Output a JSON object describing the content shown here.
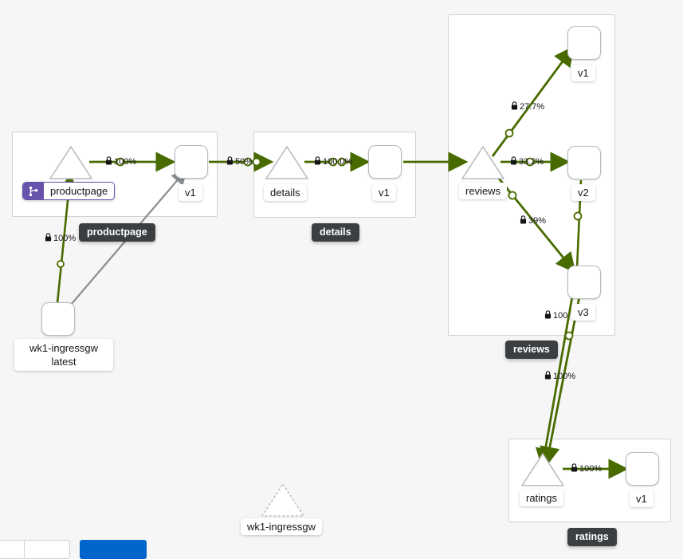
{
  "app": {
    "view": "service-mesh-graph",
    "background_color": "#f6f6f6",
    "edge_color_healthy": "#486b00",
    "edge_color_idle": "#8a8d90",
    "badge_color": "#6753ac",
    "tooltip_color": "#3c3f42"
  },
  "groups": [
    {
      "name": "productpage-group",
      "label": "productpage"
    },
    {
      "name": "details-group",
      "label": "details"
    },
    {
      "name": "reviews-group",
      "label": "reviews"
    },
    {
      "name": "ratings-group",
      "label": "ratings"
    }
  ],
  "nodes": {
    "ingressgw": {
      "label_line1": "wk1-ingressgw",
      "label_line2": "latest",
      "type": "workload"
    },
    "productpage_service": {
      "label": "productpage",
      "type": "service",
      "badge": "virtual-service"
    },
    "productpage_v1": {
      "label": "v1",
      "type": "workload"
    },
    "details_service": {
      "label": "details",
      "type": "service"
    },
    "details_v1": {
      "label": "v1",
      "type": "workload"
    },
    "reviews_service": {
      "label": "reviews",
      "type": "service"
    },
    "reviews_v1": {
      "label": "v1",
      "type": "workload"
    },
    "reviews_v2": {
      "label": "v2",
      "type": "workload"
    },
    "reviews_v3": {
      "label": "v3",
      "type": "workload"
    },
    "ratings_service": {
      "label": "ratings",
      "type": "service"
    },
    "ratings_v1": {
      "label": "v1",
      "type": "workload"
    },
    "idle_ingressgw": {
      "label": "wk1-ingressgw",
      "type": "service",
      "state": "idle"
    }
  },
  "tooltips": [
    {
      "name": "tooltip-productpage",
      "label": "productpage"
    },
    {
      "name": "tooltip-details",
      "label": "details"
    },
    {
      "name": "tooltip-reviews",
      "label": "reviews"
    },
    {
      "name": "tooltip-ratings",
      "label": "ratings"
    }
  ],
  "edges": [
    {
      "name": "edge-ingressgw-to-productpage",
      "label": "100%",
      "mtls": true
    },
    {
      "name": "edge-productpage-svc-to-v1",
      "label": "100%",
      "mtls": true
    },
    {
      "name": "edge-productpage-v1-to-details-svc",
      "label": "50%",
      "mtls": true
    },
    {
      "name": "edge-details-svc-to-v1",
      "label": "100.0%",
      "mtls": true
    },
    {
      "name": "edge-reviews-svc-to-v1",
      "label": "27.7%",
      "mtls": true
    },
    {
      "name": "edge-reviews-svc-to-v2",
      "label": "33.2%",
      "mtls": true
    },
    {
      "name": "edge-reviews-svc-to-v3",
      "label": "39%",
      "mtls": true
    },
    {
      "name": "edge-reviews-v3-to-ratings-a",
      "label": "100",
      "mtls": true
    },
    {
      "name": "edge-reviews-v3-to-ratings-b",
      "label": "100%",
      "mtls": true
    },
    {
      "name": "edge-ratings-svc-to-v1",
      "label": "100%",
      "mtls": true
    }
  ]
}
